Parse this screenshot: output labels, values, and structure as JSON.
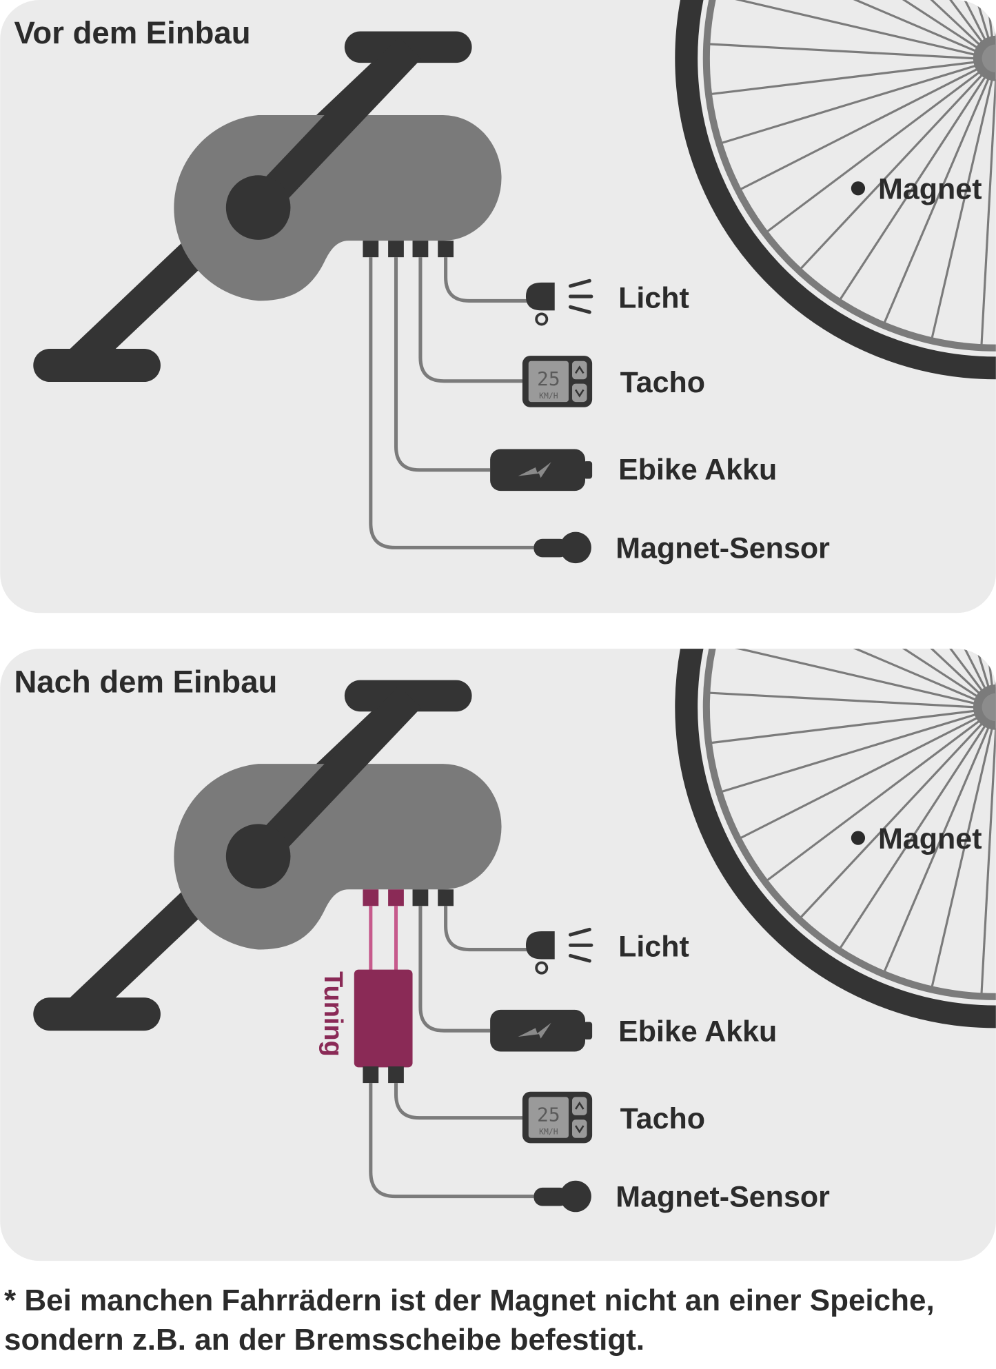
{
  "panels": {
    "before": {
      "title": "Vor dem Einbau",
      "wheel_label": "Magnet",
      "items": [
        "Licht",
        "Tacho",
        "Ebike Akku",
        "Magnet-Sensor"
      ]
    },
    "after": {
      "title": "Nach dem Einbau",
      "wheel_label": "Magnet",
      "items": [
        "Licht",
        "Ebike Akku",
        "Tacho",
        "Magnet-Sensor"
      ],
      "tuning_label": "Tuning"
    }
  },
  "tacho_display": {
    "value": "25",
    "unit": "KM/H"
  },
  "footnote": "* Bei manchen Fahrrädern ist der Magnet nicht an einer Speiche, sondern z.B. an der Bremsscheibe befestigt.",
  "colors": {
    "panel_bg": "#ebebeb",
    "motor": "#7a7a7a",
    "dark": "#343434",
    "wire": "#7b7b7b",
    "tuning": "#8a2a56",
    "tuning_wire": "#c65a8c",
    "text": "#2b2b2b"
  }
}
